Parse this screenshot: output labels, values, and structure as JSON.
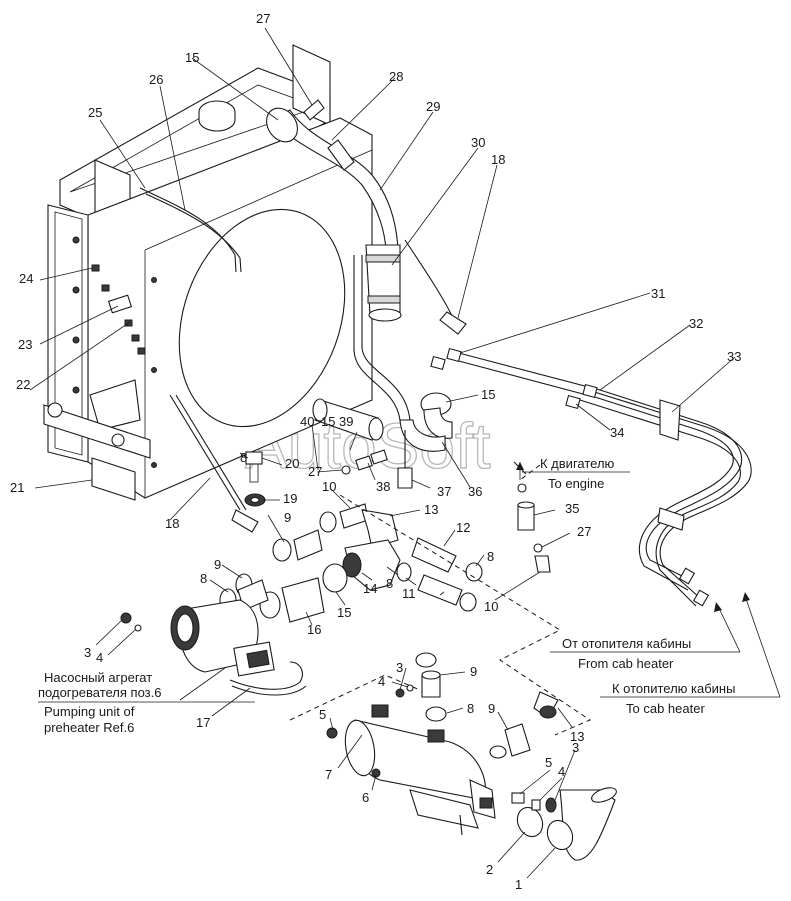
{
  "watermark": "AutoSoft",
  "labels": {
    "n1": "1",
    "n2": "2",
    "n3a": "3",
    "n3b": "3",
    "n3c": "3",
    "n4a": "4",
    "n4b": "4",
    "n4c": "4",
    "n5a": "5",
    "n5b": "5",
    "n6": "6",
    "n7": "7",
    "n8a": "8",
    "n8b": "8",
    "n8c": "8",
    "n8d": "8",
    "n8e": "8",
    "n9a": "9",
    "n9b": "9",
    "n9c": "9",
    "n9d": "9",
    "n10a": "10",
    "n10b": "10",
    "n11": "11",
    "n12": "12",
    "n13a": "13",
    "n13b": "13",
    "n14": "14",
    "n15a": "15",
    "n15b": "15",
    "n15c": "15",
    "n15d": "15",
    "n16": "16",
    "n17": "17",
    "n18a": "18",
    "n18b": "18",
    "n19": "19",
    "n20": "20",
    "n21": "21",
    "n22": "22",
    "n23": "23",
    "n24": "24",
    "n25": "25",
    "n26": "26",
    "n27a": "27",
    "n27b": "27",
    "n27c": "27",
    "n28": "28",
    "n29": "29",
    "n30": "30",
    "n31": "31",
    "n32": "32",
    "n33": "33",
    "n34": "34",
    "n35": "35",
    "n36": "36",
    "n37": "37",
    "n38": "38",
    "n39": "39",
    "n40": "40"
  },
  "captions": {
    "to_engine_ru": "К двигателю",
    "to_engine_en": "To engine",
    "from_cab_ru": "От отопителя кабины",
    "from_cab_en": "From cab heater",
    "to_cab_ru": "К отопителю кабины",
    "to_cab_en": "To cab heater",
    "pump_ru_1": "Насосный агрегат",
    "pump_ru_2": "подогревателя поз.6",
    "pump_en_1": "Pumping unit of",
    "pump_en_2": "preheater Ref.6"
  }
}
